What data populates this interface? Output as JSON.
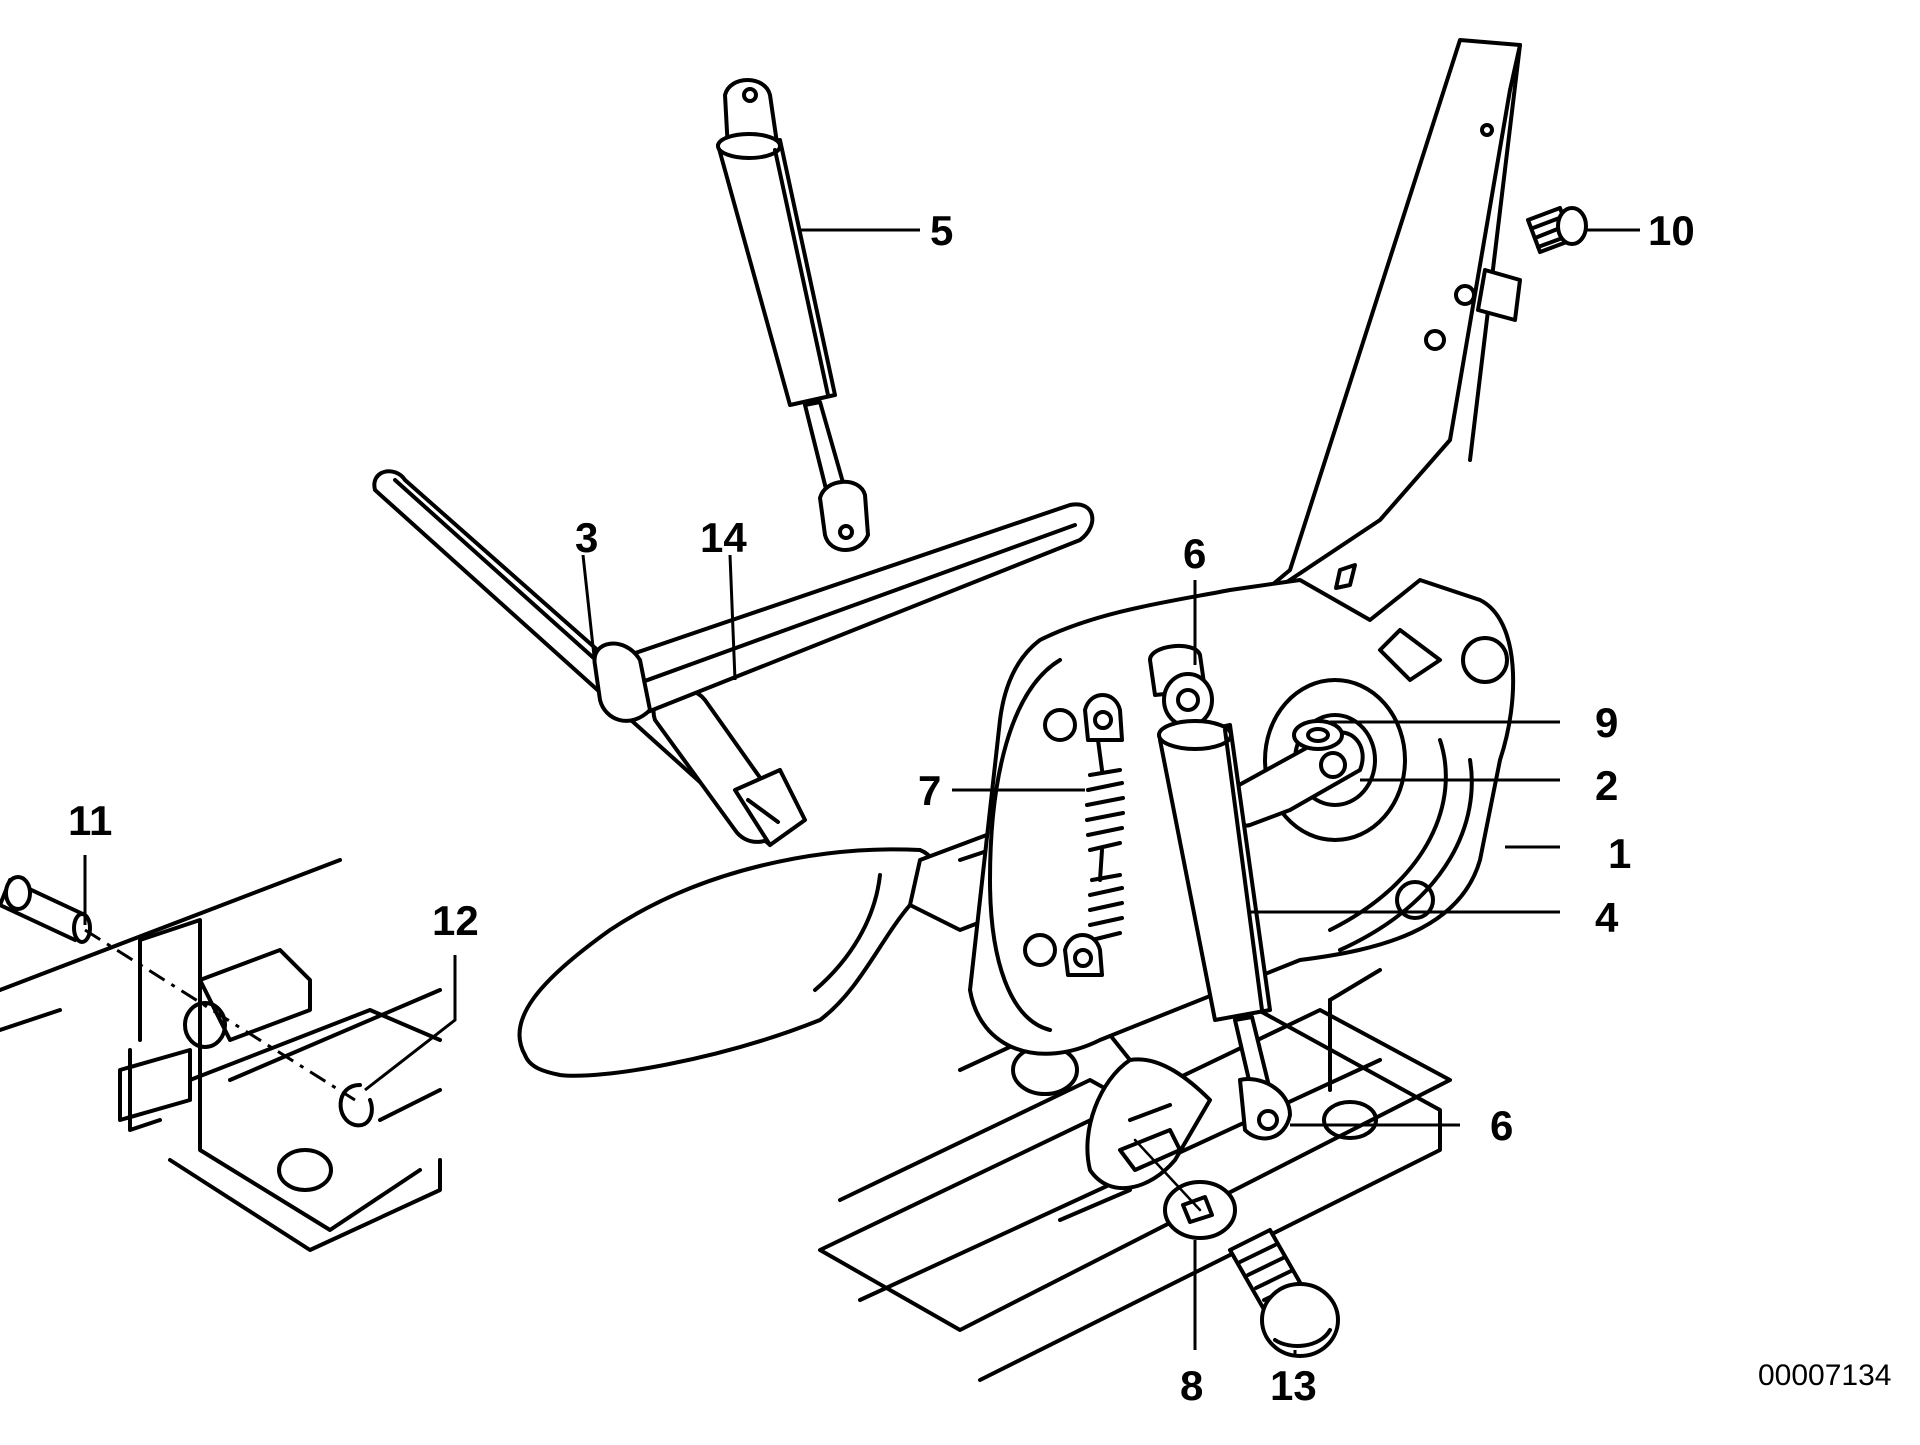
{
  "diagram": {
    "callouts": [
      "1",
      "2",
      "3",
      "4",
      "5",
      "6",
      "6",
      "7",
      "8",
      "9",
      "10",
      "11",
      "12",
      "13",
      "14"
    ],
    "reference_number": "00007134"
  }
}
